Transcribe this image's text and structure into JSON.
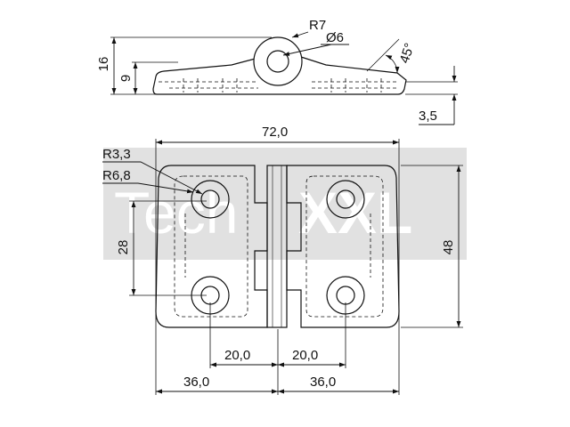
{
  "drawing": {
    "colors": {
      "line": "#111111",
      "watermark_band": "#dcdcdc",
      "watermark_text": "#ffffff",
      "background": "#ffffff"
    },
    "watermark": {
      "part1": "Tech",
      "part2": "XXL"
    },
    "side_view": {
      "radius_label": "R7",
      "diameter_label": "Ø6",
      "angle_label": "45°",
      "total_height_label": "16",
      "leaf_height_label": "9",
      "thickness_label": "3,5"
    },
    "front_view": {
      "width_label": "72,0",
      "height_label": "48",
      "hole_spacing_v_label": "28",
      "radius_inner_label": "R3,3",
      "radius_outer_label": "R6,8",
      "hole_offset_left_label": "20,0",
      "hole_offset_right_label": "20,0",
      "half_width_left_label": "36,0",
      "half_width_right_label": "36,0"
    }
  }
}
